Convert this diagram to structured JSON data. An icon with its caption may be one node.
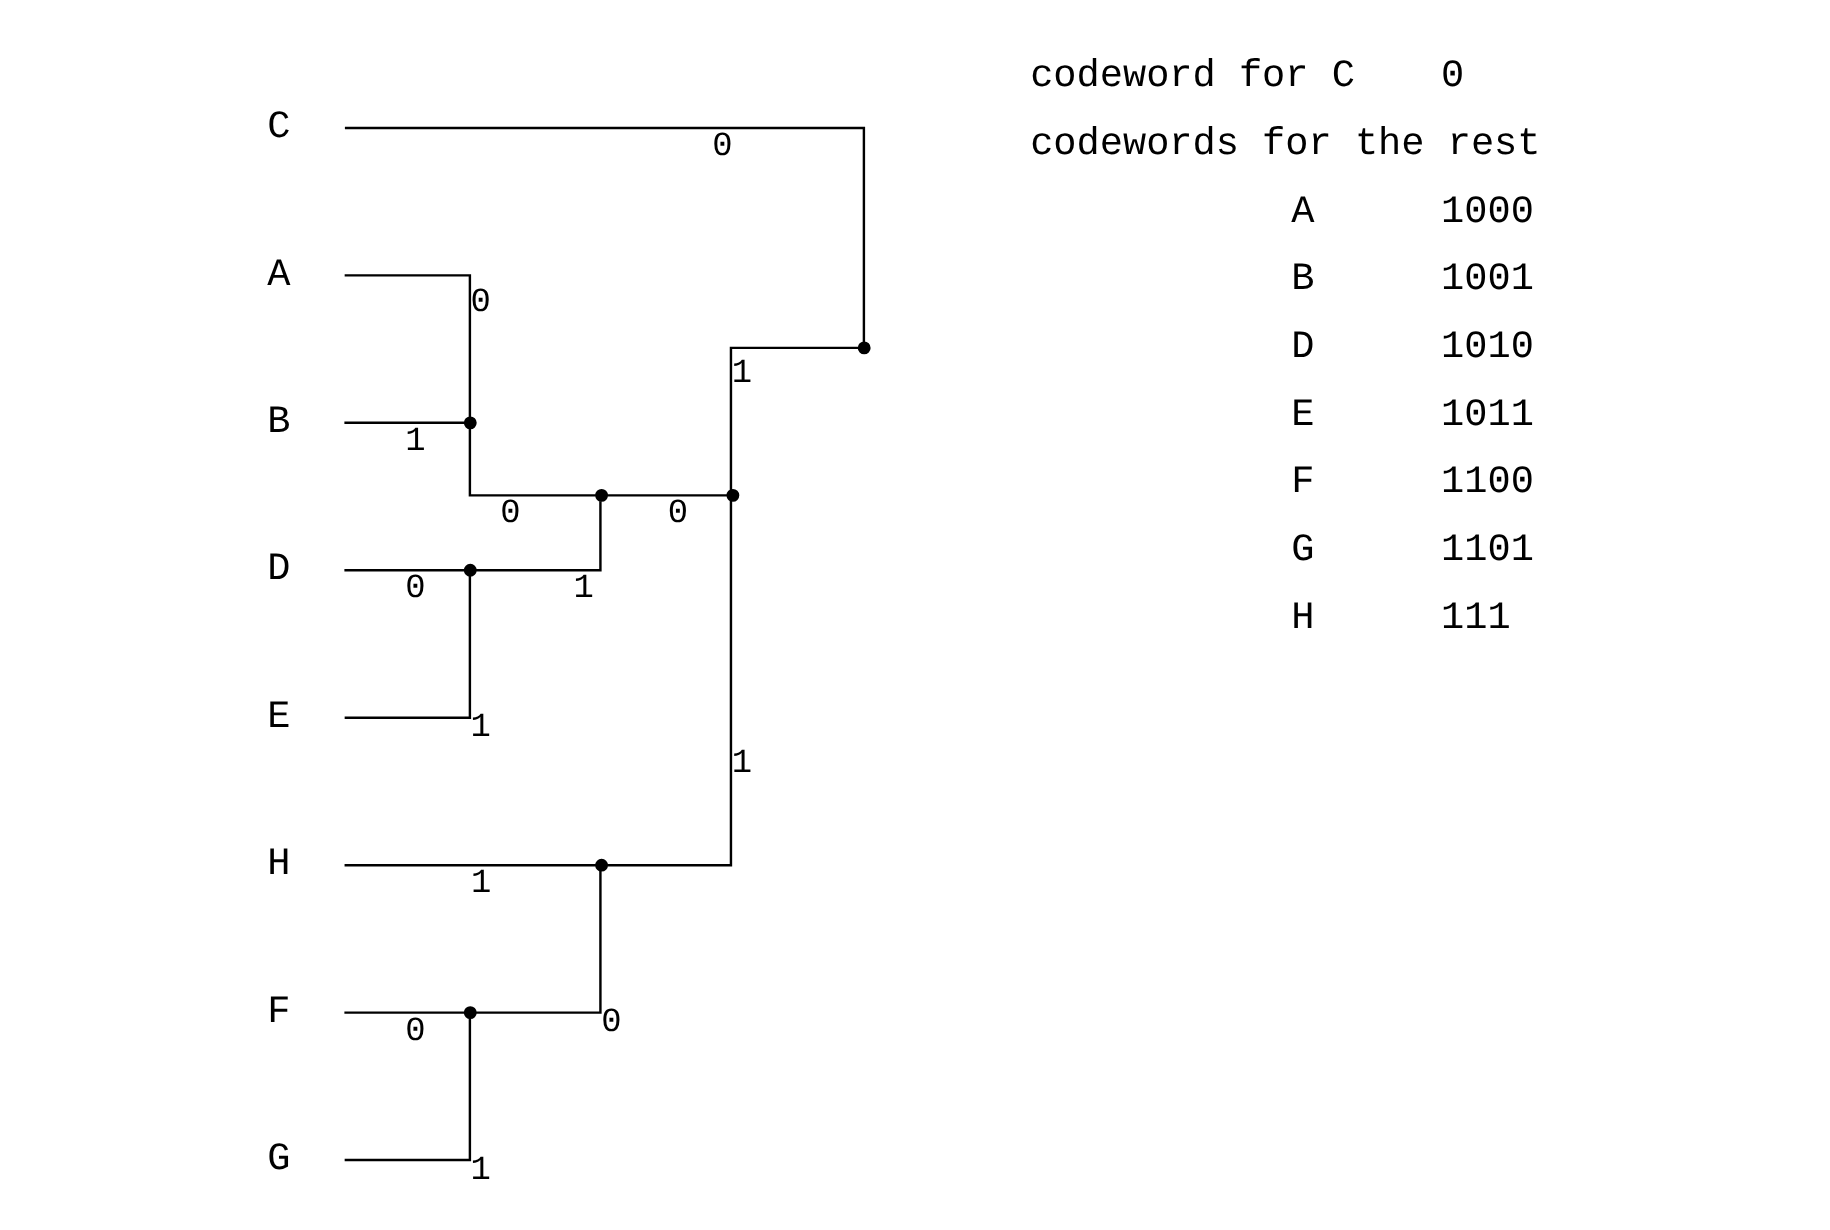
{
  "diagram": {
    "nodes": [
      {
        "text": [
          "C"
        ]
      },
      {
        "text": [
          "A"
        ]
      },
      {
        "text": [
          "B"
        ]
      },
      {
        "text": [
          "D"
        ]
      },
      {
        "text": [
          "E"
        ]
      },
      {
        "text": [
          "F"
        ]
      },
      {
        "text": [
          "G"
        ]
      },
      {
        "text": [
          "H"
        ]
      },
      {
        "text": [],
        "shape": "point"
      },
      {
        "text": [],
        "shape": "point"
      },
      {
        "text": [],
        "shape": "point"
      },
      {
        "text": [],
        "shape": "point"
      },
      {
        "text": [],
        "shape": "point"
      },
      {
        "text": [],
        "shape": "point"
      },
      {
        "text": [],
        "shape": "point"
      }
    ],
    "edges": [
      {
        "from": 8,
        "to": 0,
        "arrow": "none",
        "label": "0"
      },
      {
        "from": 8,
        "to": 9,
        "arrow": "none",
        "label": "1"
      },
      {
        "from": 9,
        "to": 10,
        "arrow": "none",
        "label": "0"
      },
      {
        "from": 9,
        "to": 13,
        "arrow": "none",
        "label": "1"
      },
      {
        "from": 10,
        "to": 11,
        "arrow": "none",
        "label": "0"
      },
      {
        "from": 10,
        "to": 12,
        "arrow": "none",
        "label": "1"
      },
      {
        "from": 11,
        "to": 1,
        "arrow": "none",
        "label": "0"
      },
      {
        "from": 11,
        "to": 2,
        "arrow": "none",
        "label": "1"
      },
      {
        "from": 12,
        "to": 3,
        "arrow": "none",
        "label": "0"
      },
      {
        "from": 12,
        "to": 4,
        "arrow": "none",
        "label": "1"
      },
      {
        "from": 13,
        "to": 14,
        "arrow": "none",
        "label": "0"
      },
      {
        "from": 13,
        "to": 7,
        "arrow": "none",
        "label": "1"
      },
      {
        "from": 14,
        "to": 5,
        "arrow": "none",
        "label": "0"
      },
      {
        "from": 14,
        "to": 6,
        "arrow": "none",
        "label": "1"
      }
    ],
    "labels": [
      "codeword for C",
      "0",
      "codewords for the rest",
      "A",
      "1000",
      "B",
      "1001",
      "D",
      "1010",
      "E",
      "1011",
      "F",
      "1100",
      "G",
      "1101",
      "H",
      "111"
    ]
  }
}
